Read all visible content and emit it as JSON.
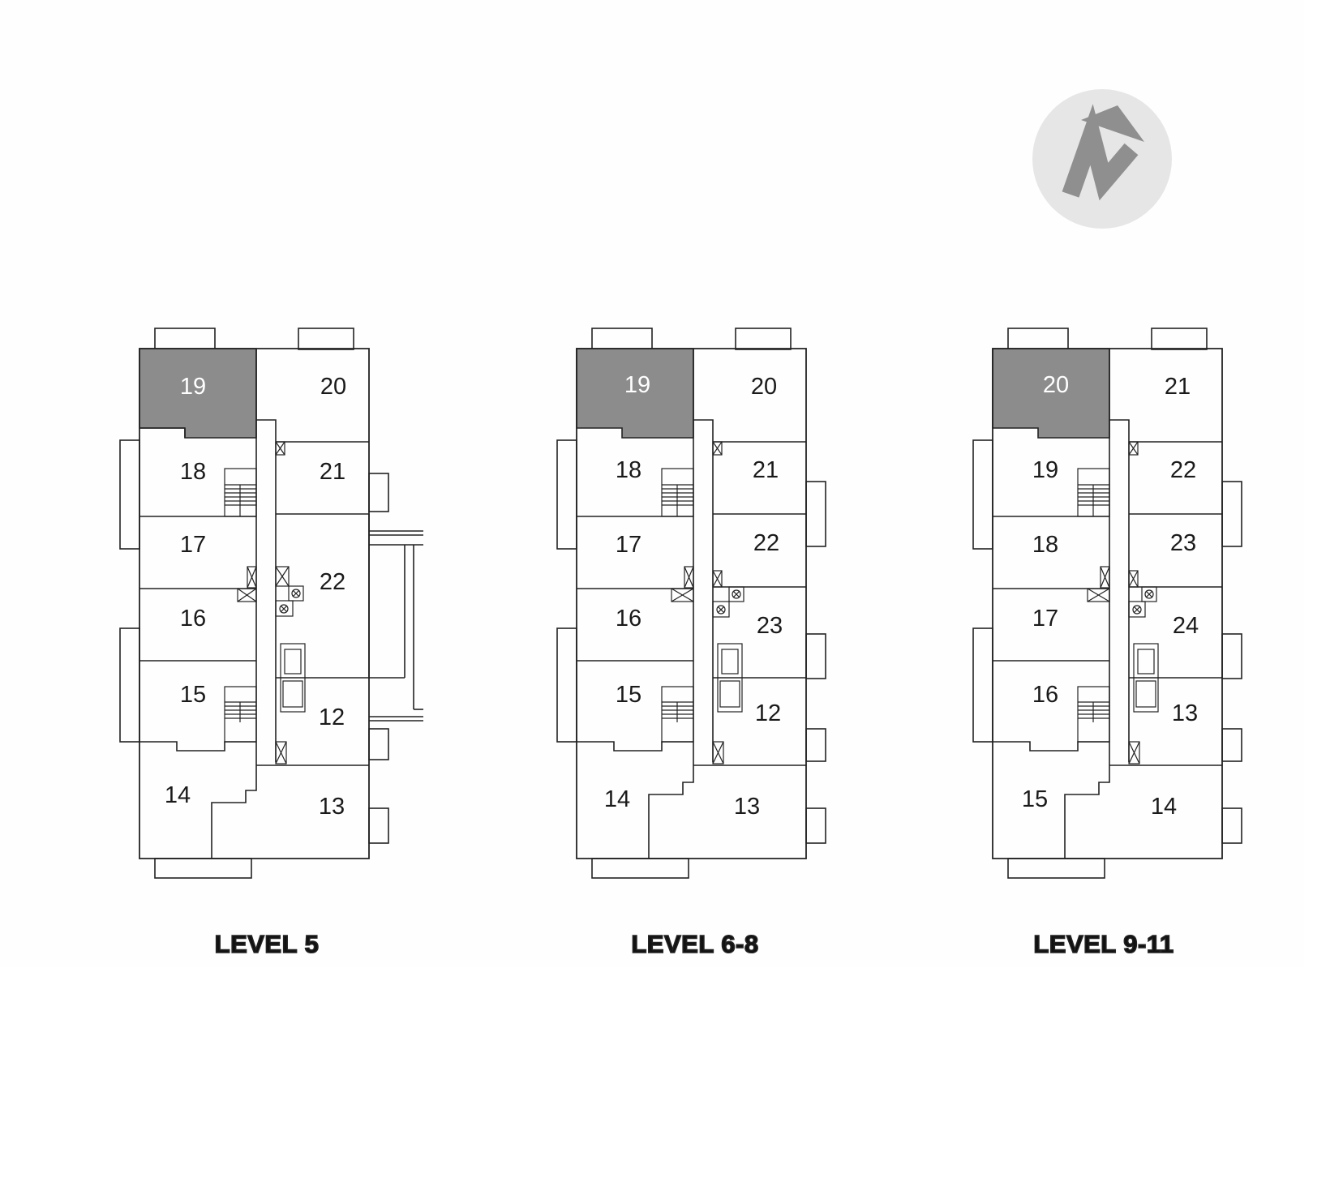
{
  "compass": {
    "icon": "north-arrow-icon",
    "badge_color": "#e6e6e6",
    "arrow_color": "#8f8f8f"
  },
  "highlight_color": "#8c8c8c",
  "plans": [
    {
      "title": "LEVEL 5",
      "units": [
        "19",
        "20",
        "18",
        "21",
        "17",
        "22",
        "16",
        "15",
        "12",
        "14",
        "13"
      ],
      "highlighted_unit": "19"
    },
    {
      "title": "LEVEL 6-8",
      "units": [
        "19",
        "20",
        "18",
        "21",
        "17",
        "22",
        "16",
        "23",
        "15",
        "12",
        "14",
        "13"
      ],
      "highlighted_unit": "19"
    },
    {
      "title": "LEVEL 9-11",
      "units": [
        "20",
        "21",
        "19",
        "22",
        "18",
        "23",
        "17",
        "24",
        "16",
        "13",
        "15",
        "14"
      ],
      "highlighted_unit": "20"
    }
  ]
}
